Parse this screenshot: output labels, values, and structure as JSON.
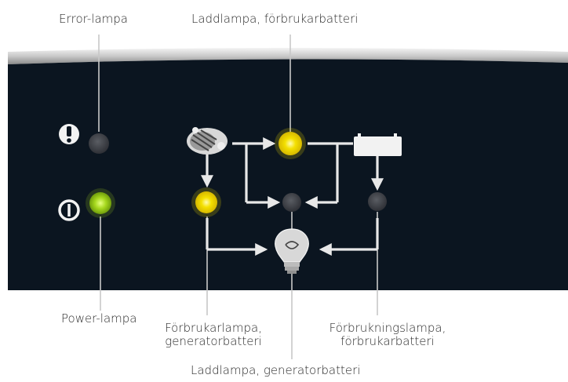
{
  "labels": {
    "error_lamp": "Error-lampa",
    "charge_lamp_consumer": "Laddlampa, förbrukarbatteri",
    "power_lamp": "Power-lampa",
    "consumer_lamp_generator_line1": "Förbrukarlampa,",
    "consumer_lamp_generator_line2": "generatorbatteri",
    "consumption_lamp_line1": "Förbrukningslampa,",
    "consumption_lamp_line2": "förbrukarbatteri",
    "charge_lamp_generator": "Laddlampa, generatorbatteri"
  },
  "lamps": {
    "error": {
      "state": "off",
      "color": "#3a3d44"
    },
    "power": {
      "state": "on",
      "color": "#9fd21a"
    },
    "charge_consumer": {
      "state": "on",
      "color": "#f4e000"
    },
    "consumer_generator": {
      "state": "on",
      "color": "#f2df00"
    },
    "charge_generator": {
      "state": "off",
      "color": "#3a3d44"
    },
    "consumption_consumer": {
      "state": "off",
      "color": "#3a3d44"
    }
  },
  "icons": [
    "exclamation-icon",
    "power-icon",
    "alternator-icon",
    "battery-icon",
    "light-bulb-icon"
  ],
  "colors": {
    "panel": "#0b1520",
    "lines": "#e8e8e8",
    "leader": "#c8c8c8"
  }
}
